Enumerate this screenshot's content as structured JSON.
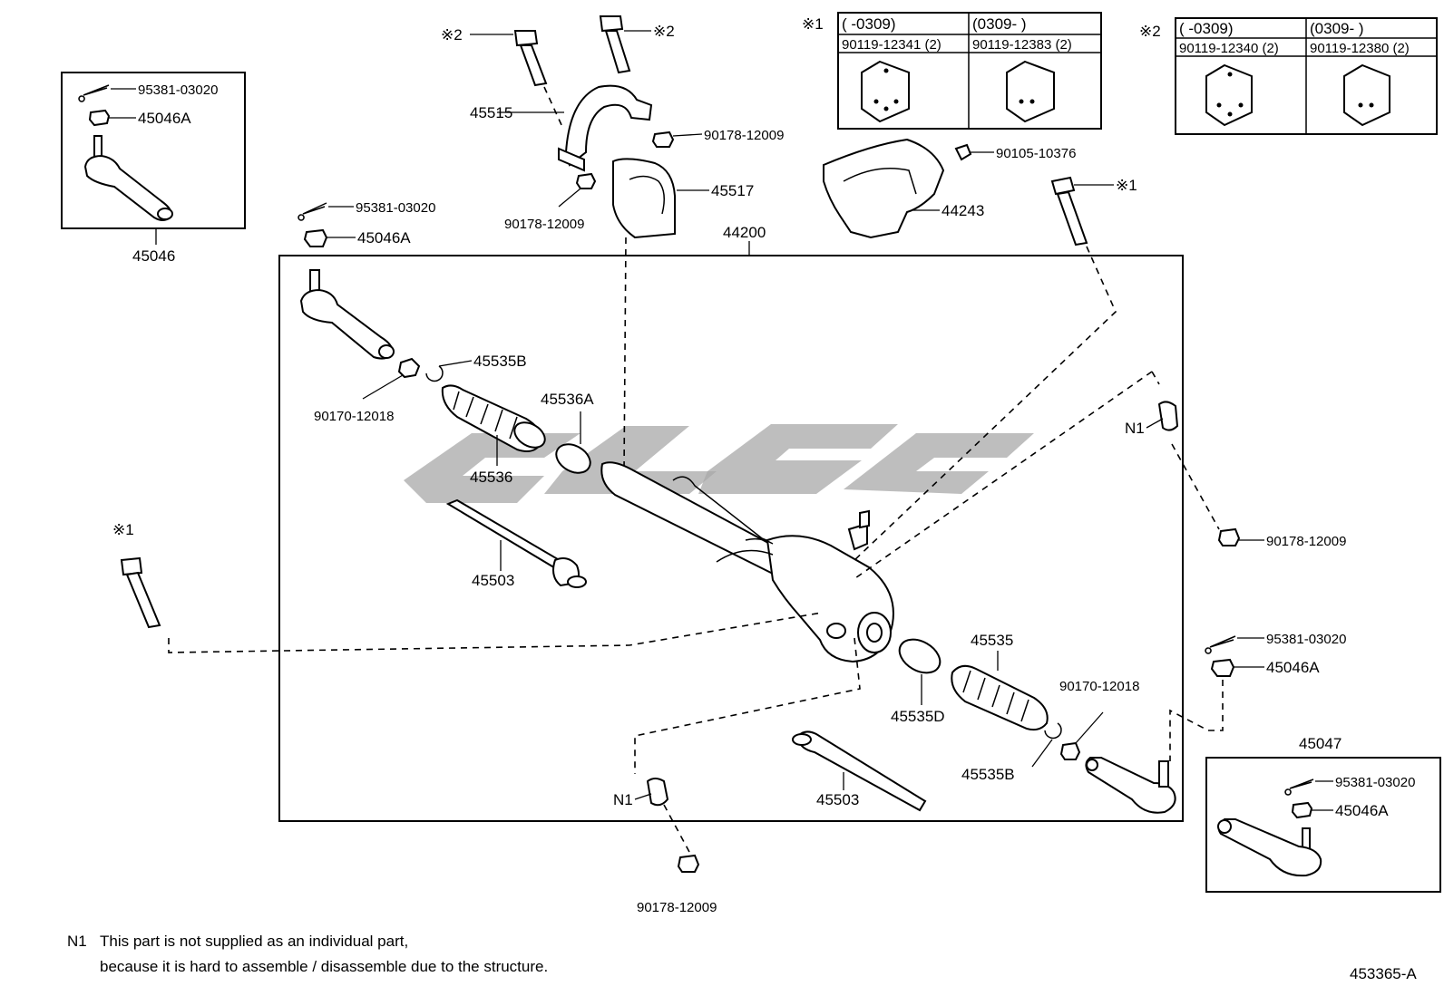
{
  "diagram_code": "453365-A",
  "notes": {
    "n1_marker": "N1",
    "n1_line1": "This part is not supplied as an individual part,",
    "n1_line2": "because it is hard to assemble / disassemble due to the structure."
  },
  "reference_tables": [
    {
      "mark": "※1",
      "col1_range": "(       -0309)",
      "col2_range": "(0309-         )",
      "col1_part": "90119-12341 (2)",
      "col2_part": "90119-12383 (2)"
    },
    {
      "mark": "※2",
      "col1_range": "(       -0309)",
      "col2_range": "(0309-         )",
      "col1_part": "90119-12340 (2)",
      "col2_part": "90119-12380 (2)"
    }
  ],
  "labels": {
    "tie_rod_end_lh": "45046",
    "tie_rod_end_rh": "45047",
    "cotter_pin": "95381-03020",
    "castle_nut": "45046A",
    "rack_assy": "44200",
    "bracket": "45515",
    "grommet": "45517",
    "nut_top": "90178-12009",
    "nut_bracket": "90178-12009",
    "nut_right": "90178-12009",
    "nut_bottom": "90178-12009",
    "bolt_mark_1": "※1",
    "bolt_mark_2": "※2",
    "insulator": "44243",
    "bolt_insulator": "90105-10376",
    "clip_b": "45535B",
    "clamp_a": "45536A",
    "boot_lh": "45536",
    "boot_rh": "45535",
    "clamp_d": "45535D",
    "rack_end": "45503",
    "lock_nut": "90170-12018",
    "n1": "N1"
  }
}
